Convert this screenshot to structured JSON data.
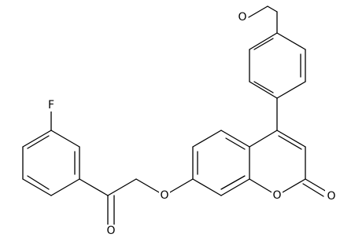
{
  "atom_labels": {
    "fluorine": "F",
    "ketone_oxygen": "O",
    "ether_oxygen": "O",
    "ring_oxygen": "O",
    "lactone_carbonyl_oxygen": "O",
    "methoxy_oxygen": "O"
  }
}
